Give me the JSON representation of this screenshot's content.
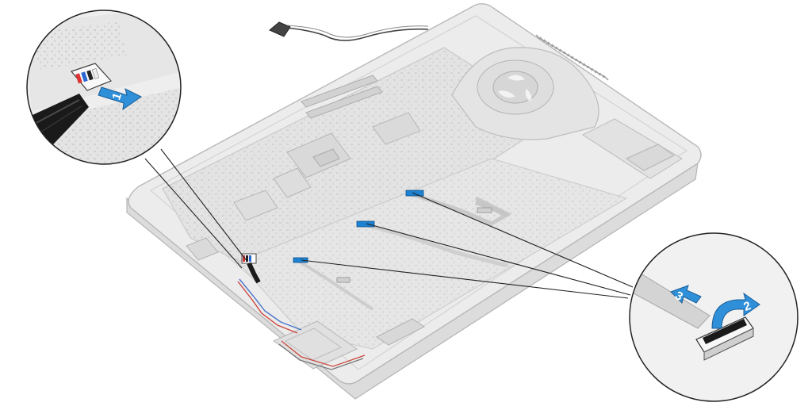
{
  "diagram": {
    "step_labels": [
      "1",
      "2",
      "3"
    ],
    "colors": {
      "arrow_blue": "#2f8fd8",
      "arrow_dark": "#1b5f98",
      "chassis_fill": "#ececec",
      "chassis_stroke": "#b7b7b7",
      "board_fill": "#e2e2e2",
      "cable_dark": "#1a1a1a",
      "callout_stroke": "#222222",
      "flex_blue": "#1e82d2"
    },
    "icons": {
      "disconnect_arrow": "arrow-right-down",
      "lift_latch_arrow": "curved-arrow-up",
      "pull_cable_arrow": "arrow-left-up"
    }
  }
}
